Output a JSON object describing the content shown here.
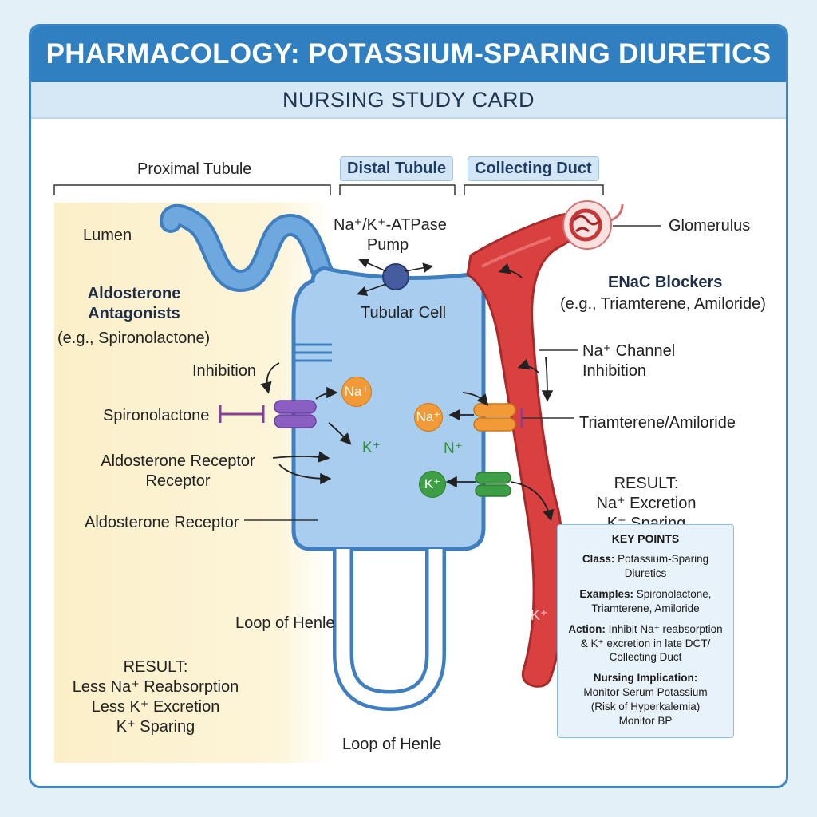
{
  "header": {
    "title": "PHARMACOLOGY: POTASSIUM-SPARING DIURETICS",
    "subtitle": "NURSING STUDY CARD"
  },
  "segments": {
    "proximal": "Proximal Tubule",
    "distal": "Distal Tubule",
    "collecting": "Collecting Duct"
  },
  "left_panel": {
    "lumen": "Lumen",
    "drug_class_line1": "Aldosterone",
    "drug_class_line2": "Antagonists",
    "drug_example": "(e.g., Spironolactone)",
    "inhibition": "Inhibition",
    "spironolactone": "Spironolactone",
    "receptor_line1": "Aldosterone Receptor",
    "receptor_line2": "Receptor",
    "receptor_label": "Aldosterone Receptor",
    "loop_of_henle": "Loop of Henle",
    "result_title": "RESULT:",
    "result_line1": "Less Na⁺ Reabsorption",
    "result_line2": "Less K⁺ Excretion",
    "result_line3": "K⁺ Sparing"
  },
  "cell": {
    "pump_line1": "Na⁺/K⁺-ATPase",
    "pump_line2": "Pump",
    "tubular_cell": "Tubular Cell",
    "loop_of_henle_bottom": "Loop of Henle",
    "ions": {
      "na_left": "Na⁺",
      "k_left": "K⁺",
      "na_right": "Na⁺",
      "n_right": "N⁺",
      "k_right": "K⁺",
      "k_vessel": "K⁺"
    }
  },
  "right_panel": {
    "glomerulus": "Glomerulus",
    "drug_class": "ENaC Blockers",
    "drug_example": "(e.g., Triamterene, Amiloride)",
    "channel_line1": "Na⁺ Channel",
    "channel_line2": "Inhibition",
    "blocker": "Triamterene/Amiloride",
    "result_title": "RESULT:",
    "result_line1": "Na⁺ Excretion",
    "result_line2": "K⁺ Sparing"
  },
  "key_points": {
    "title": "KEY POINTS",
    "class_label": "Class:",
    "class_value": "Potassium-Sparing Diuretics",
    "examples_label": "Examples:",
    "examples_value": "Spironolactone,",
    "examples_value2": "Triamterene, Amiloride",
    "action_label": "Action:",
    "action_value": "Inhibit Na⁺ reabsorption",
    "action_value2": "& K⁺ excretion in late DCT/",
    "action_value3": "Collecting Duct",
    "nursing_label": "Nursing Implication:",
    "nursing_line1": "Monitor Serum Potassium",
    "nursing_line2": "(Risk of Hyperkalemia)",
    "nursing_line3": "Monitor BP"
  },
  "colors": {
    "header_blue": "#2f7fc1",
    "tubule_blue": "#5d9bd6",
    "cell_fill": "#a8cdee",
    "vessel_red": "#d94040",
    "na_channel_orange": "#f29a38",
    "k_channel_green": "#3e9e45",
    "receptor_purple": "#8a5fc2",
    "left_panel_cream": "#fdf4d6"
  }
}
